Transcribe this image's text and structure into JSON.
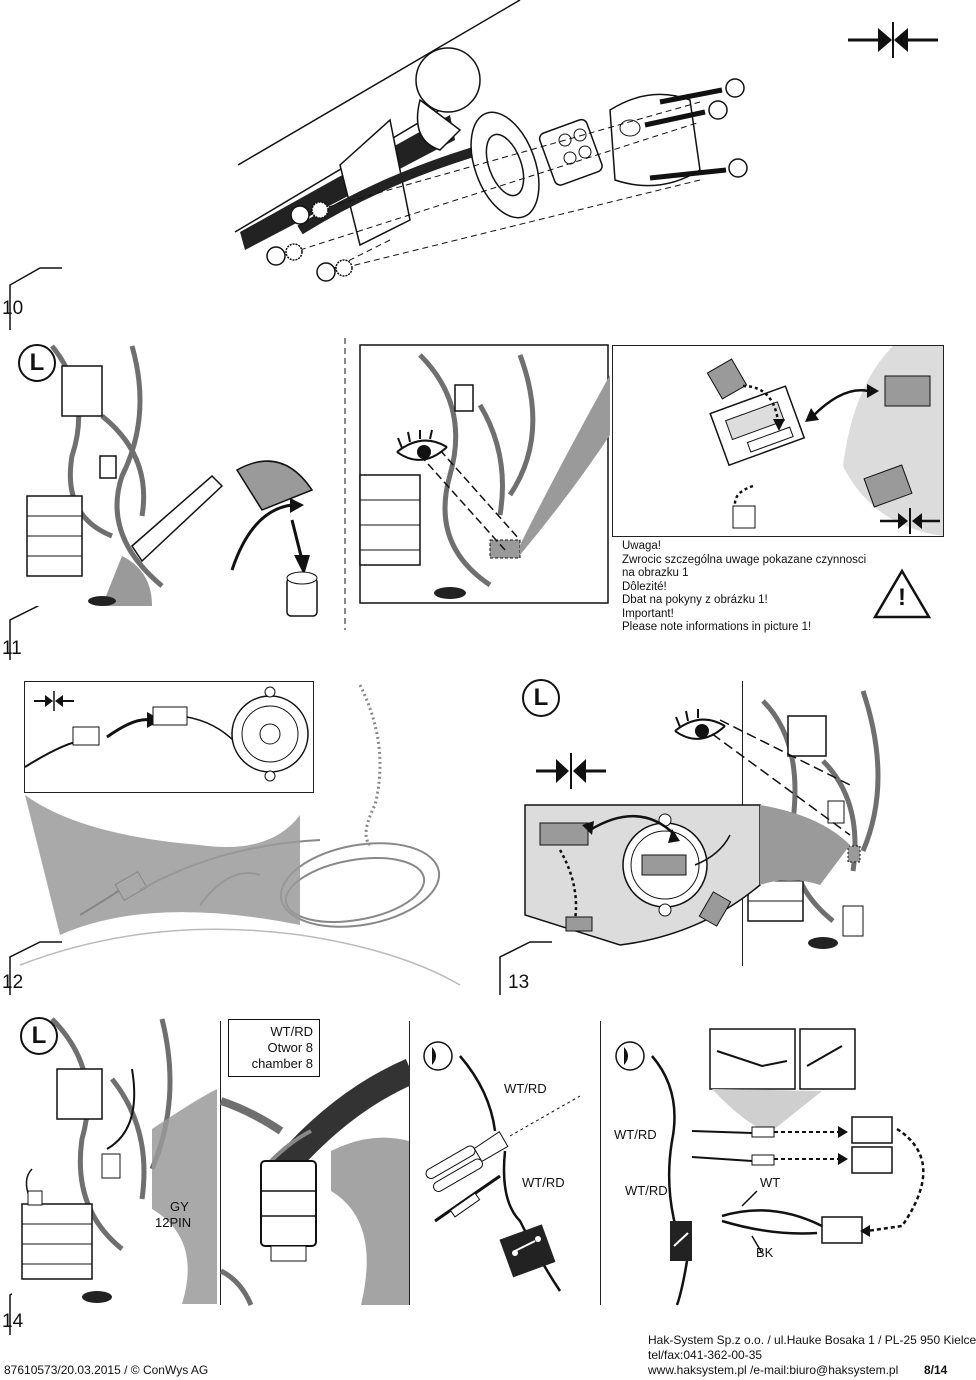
{
  "steps": {
    "s10": "10",
    "s11": "11",
    "s12": "12",
    "s13": "13",
    "s14": "14"
  },
  "markers": {
    "left_side": "L"
  },
  "notice": {
    "pl_title": "Uwaga!",
    "pl_text": "Zwrocic szczególna uwage pokazane czynnosci na obrazku 1",
    "cz_title": "Dôlezité!",
    "cz_text": "Dbat na pokyny z obrázku 1!",
    "en_title": "Important!",
    "en_text": "Please note informations in picture 1!",
    "warning_symbol": "!"
  },
  "step14": {
    "wire_color": "WT/RD",
    "chamber_pl": "Otwor 8",
    "chamber_en": "chamber 8",
    "connector_color": "GY",
    "connector_pins": "12PIN",
    "label_wtrd_1": "WT/RD",
    "label_wtrd_2": "WT/RD",
    "label_wtrd_3": "WT/RD",
    "label_wtrd_4": "WT/RD",
    "label_wt": "WT",
    "label_bk": "BK"
  },
  "footer": {
    "doc_code": "87610573/20.03.2015 / © ConWys AG",
    "company": "Hak-System Sp.z o.o. / ul.Hauke Bosaka 1 / PL-25 950 Kielce",
    "phone": "tel/fax:041-362-00-35",
    "web": "www.haksystem.pl /e-mail:biuro@haksystem.pl",
    "page": "8/14"
  },
  "colors": {
    "line": "#111111",
    "wire_gray": "#6f6f6f",
    "fill_gray": "#9a9a9a",
    "light_gray": "#dcdcdc"
  },
  "icons": [
    "squeeze-arrows-icon",
    "eye-icon",
    "warning-triangle-icon",
    "fog-lamp-icon",
    "switch-icon",
    "circle-l-icon"
  ]
}
